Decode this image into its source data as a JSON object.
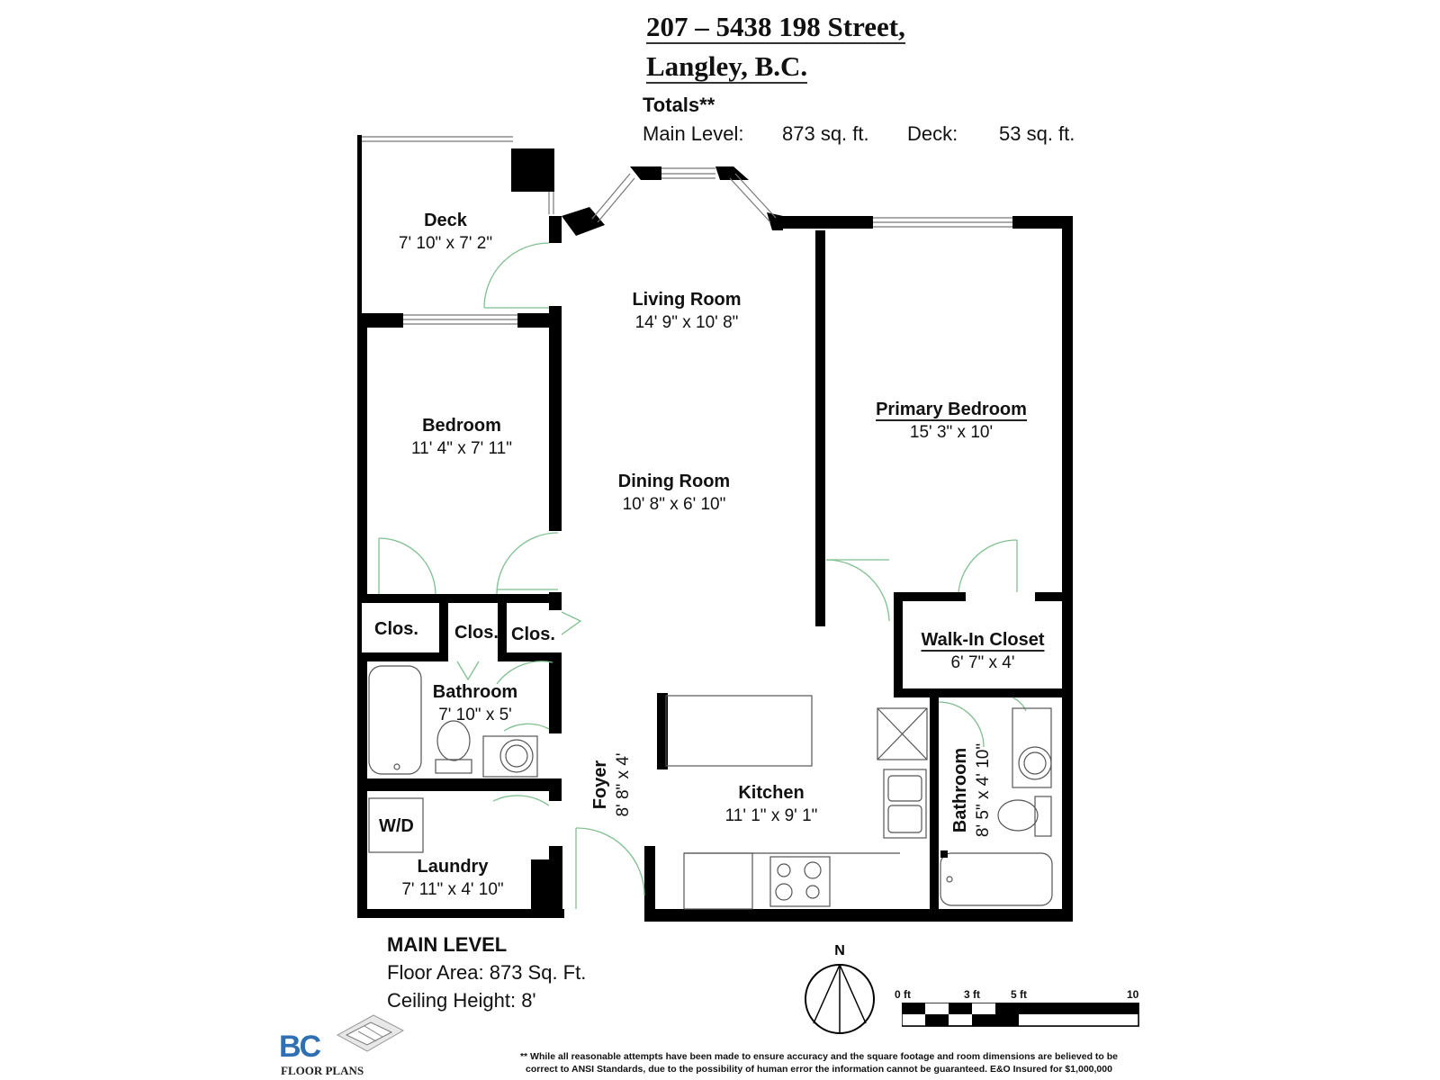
{
  "header": {
    "address_line1": "207 – 5438 198 Street,",
    "address_line2": "Langley, B.C."
  },
  "totals": {
    "heading": "Totals**",
    "main_label": "Main Level:",
    "main_value": "873 sq. ft.",
    "deck_label": "Deck:",
    "deck_value": "53 sq. ft."
  },
  "rooms": {
    "deck": {
      "name": "Deck",
      "dims": "7' 10\" x 7' 2\""
    },
    "living": {
      "name": "Living Room",
      "dims": "14' 9\" x 10' 8\""
    },
    "bedroom": {
      "name": "Bedroom",
      "dims": "11' 4\" x 7' 11\""
    },
    "dining": {
      "name": "Dining Room",
      "dims": "10' 8\" x 6' 10\""
    },
    "primary": {
      "name": "Primary Bedroom",
      "dims": "15' 3\" x 10'"
    },
    "clos1": {
      "name": "Clos."
    },
    "clos2": {
      "name": "Clos."
    },
    "clos3": {
      "name": "Clos."
    },
    "bath1": {
      "name": "Bathroom",
      "dims": "7' 10\" x 5'"
    },
    "walkin": {
      "name": "Walk-In Closet",
      "dims": "6' 7\" x 4'"
    },
    "foyer": {
      "name": "Foyer",
      "dims": "8' 8\" x 4'"
    },
    "kitchen": {
      "name": "Kitchen",
      "dims": "11' 1\" x 9' 1\""
    },
    "bath2": {
      "name": "Bathroom",
      "dims": "8' 5\" x 4' 10\""
    },
    "laundry": {
      "name": "Laundry",
      "dims": "7' 11\" x 4' 10\""
    },
    "wd": {
      "name": "W/D"
    }
  },
  "level_info": {
    "heading": "MAIN LEVEL",
    "floor_area": "Floor Area: 873 Sq. Ft.",
    "ceiling": "Ceiling Height: 8'"
  },
  "compass": {
    "label": "N"
  },
  "scale_bar": {
    "labels": [
      "0 ft",
      "3 ft",
      "5 ft",
      "10 ft"
    ]
  },
  "logo": {
    "letters": "BC",
    "text": "FLOOR PLANS"
  },
  "disclaimer": {
    "line1": "** While all reasonable attempts have been made to ensure accuracy and the square footage and room dimensions are believed to be",
    "line2": "correct to ANSI Standards, due to the possibility of human error the information cannot be guaranteed. E&O Insured for $1,000,000"
  },
  "colors": {
    "wall": "#000000",
    "door": "#7fbf8f",
    "fixture": "#555555"
  }
}
